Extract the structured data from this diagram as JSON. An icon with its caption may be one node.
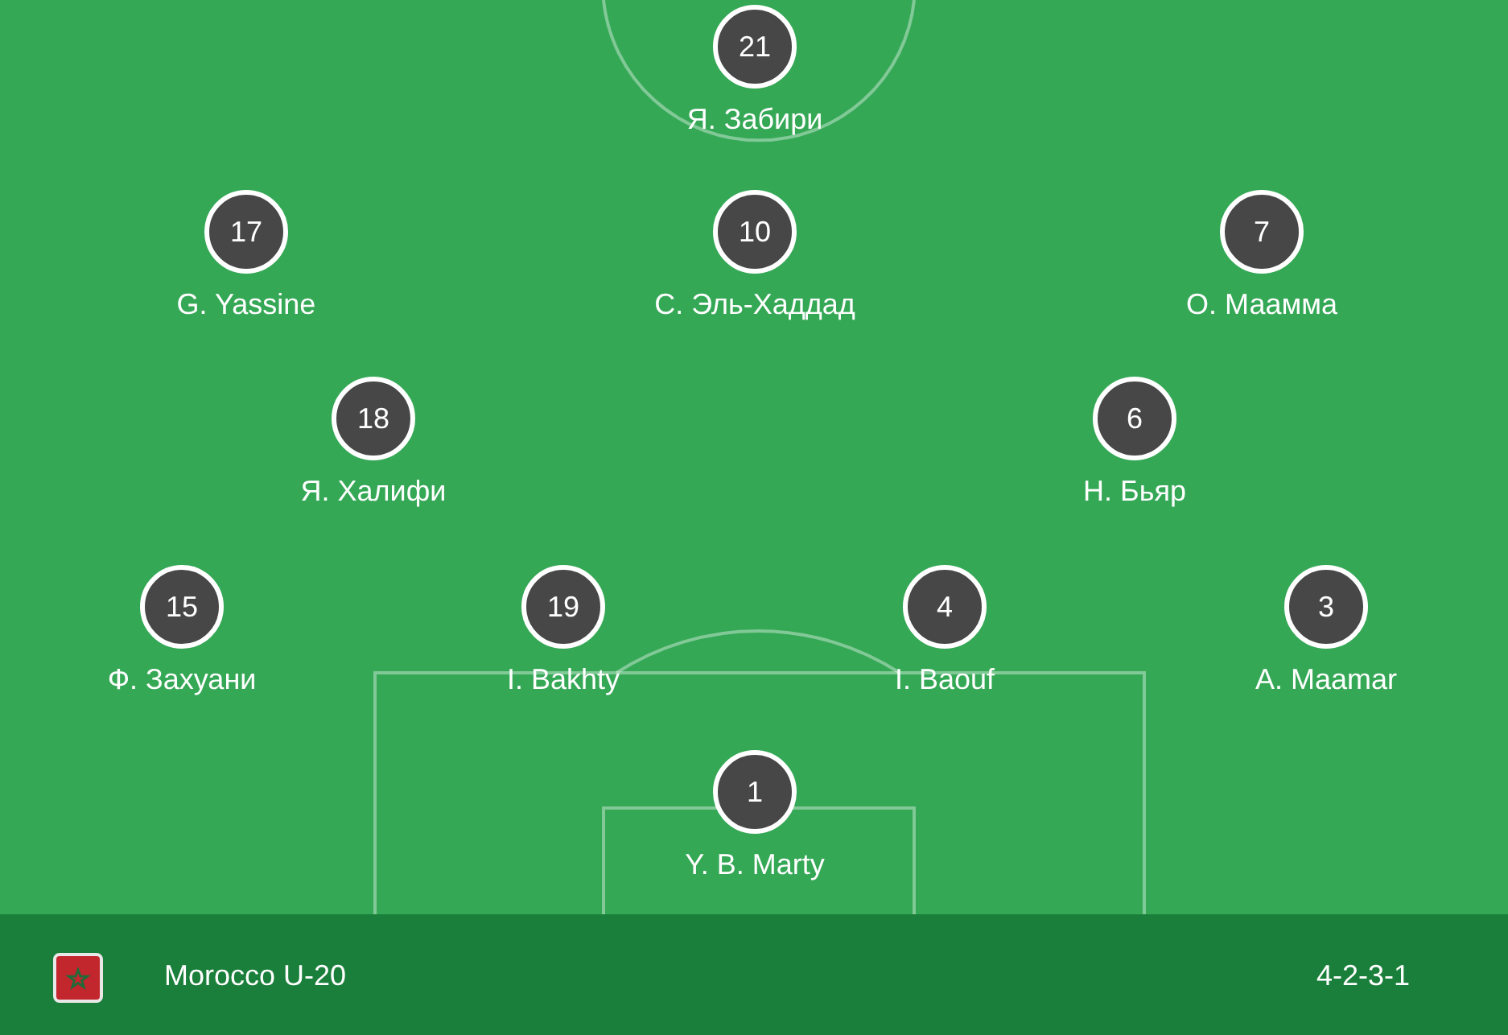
{
  "diagram": {
    "nodes": [
      {
        "text": [
          "21"
        ],
        "beside": [
          "Я. Забири"
        ]
      },
      {
        "text": [
          "17"
        ],
        "beside": [
          "G. Yassine"
        ]
      },
      {
        "text": [
          "10"
        ],
        "beside": [
          "С. Эль-Хаддад"
        ]
      },
      {
        "text": [
          "7"
        ],
        "beside": [
          "О. Маамма"
        ]
      },
      {
        "text": [
          "18"
        ],
        "beside": [
          "Я. Халифи"
        ]
      },
      {
        "text": [
          "6"
        ],
        "beside": [
          "Н. Бьяр"
        ]
      },
      {
        "text": [
          "15"
        ],
        "beside": [
          "Ф. Захуани"
        ]
      },
      {
        "text": [
          "19"
        ],
        "beside": [
          "I. Bakhty"
        ]
      },
      {
        "text": [
          "4"
        ],
        "beside": [
          "I. Baouf"
        ]
      },
      {
        "text": [
          "3"
        ],
        "beside": [
          "A. Maamar"
        ]
      },
      {
        "text": [
          "1"
        ],
        "beside": [
          "Y. B. Marty"
        ]
      }
    ],
    "labels": [
      "Morocco U-20",
      "4-2-3-1"
    ]
  }
}
